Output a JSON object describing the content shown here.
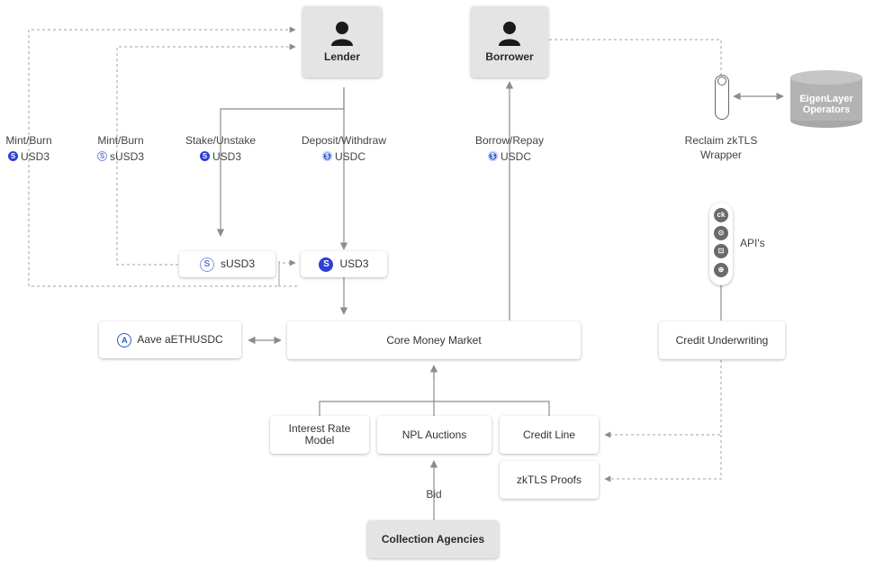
{
  "actors": {
    "lender": "Lender",
    "borrower": "Borrower"
  },
  "flows": {
    "mint_burn_usd3": {
      "action": "Mint/Burn",
      "token": "USD3"
    },
    "mint_burn_susd3": {
      "action": "Mint/Burn",
      "token": "sUSD3"
    },
    "stake_unstake": {
      "action": "Stake/Unstake",
      "token": "USD3"
    },
    "deposit_withdraw": {
      "action": "Deposit/Withdraw",
      "token": "USDC"
    },
    "borrow_repay": {
      "action": "Borrow/Repay",
      "token": "USDC"
    }
  },
  "boxes": {
    "susd3": "sUSD3",
    "usd3": "USD3",
    "aave": "Aave aETHUSDC",
    "core": "Core Money Market",
    "credit_underwriting": "Credit Underwriting",
    "interest_rate_model": "Interest Rate Model",
    "npl_auctions": "NPL Auctions",
    "credit_line": "Credit Line",
    "zktls_proofs": "zkTLS Proofs",
    "collection_agencies": "Collection Agencies"
  },
  "eigenlayer": "EigenLayer Operators",
  "reclaim": {
    "line1": "Reclaim zkTLS",
    "line2": "Wrapper"
  },
  "apis": "API's",
  "bid": "Bid",
  "api_icons": [
    "ck",
    "⊙",
    "⊡",
    "⊕"
  ],
  "icons": {
    "person": "person-icon",
    "usd3": "usd3-coin-icon",
    "susd3": "susd3-coin-icon",
    "usdc": "usdc-coin-icon",
    "aave": "aave-icon",
    "database": "database-icon"
  },
  "colors": {
    "usd3": "#2e3fd6",
    "usdc": "#2b5fc4",
    "grey_box": "#e4e4e4",
    "cylinder": "#b3b3b3"
  }
}
